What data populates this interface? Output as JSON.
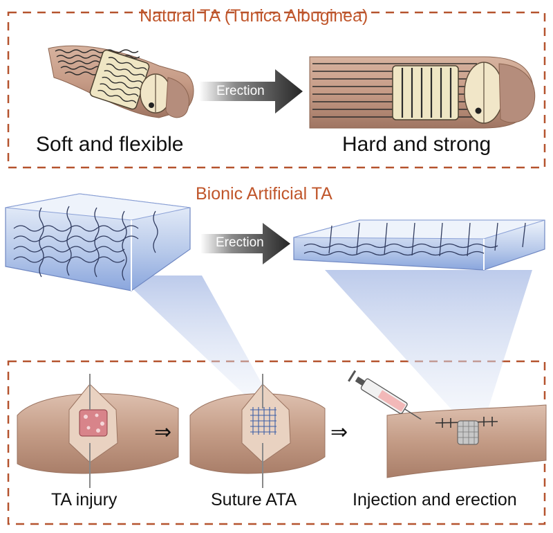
{
  "top_panel": {
    "title": "Natural TA (Tunica Albuginea)",
    "arrow_label": "Erection",
    "left_caption": "Soft and flexible",
    "right_caption": "Hard and strong"
  },
  "middle": {
    "title": "Bionic Artificial TA",
    "arrow_label": "Erection"
  },
  "bottom_panel": {
    "step1": "TA injury",
    "step2": "Suture ATA",
    "step3": "Injection and erection"
  },
  "colors": {
    "title_orange": "#c0562b",
    "dashed_border": "#b5532e",
    "skin": "#c9a48e",
    "gel_blue": "#9fb8e4"
  }
}
